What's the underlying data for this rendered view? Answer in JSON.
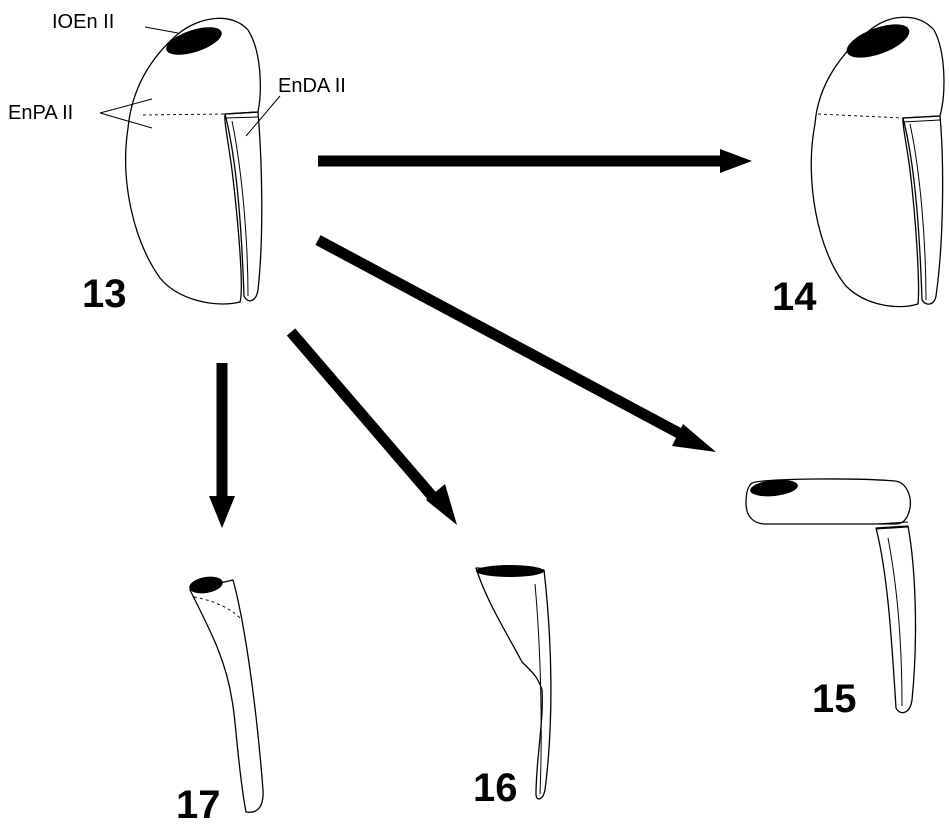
{
  "labels": {
    "ioen": "IOEn II",
    "enpa": "EnPA II",
    "enda": "EnDA II"
  },
  "figure_numbers": {
    "f13": "13",
    "f14": "14",
    "f15": "15",
    "f16": "16",
    "f17": "17"
  }
}
